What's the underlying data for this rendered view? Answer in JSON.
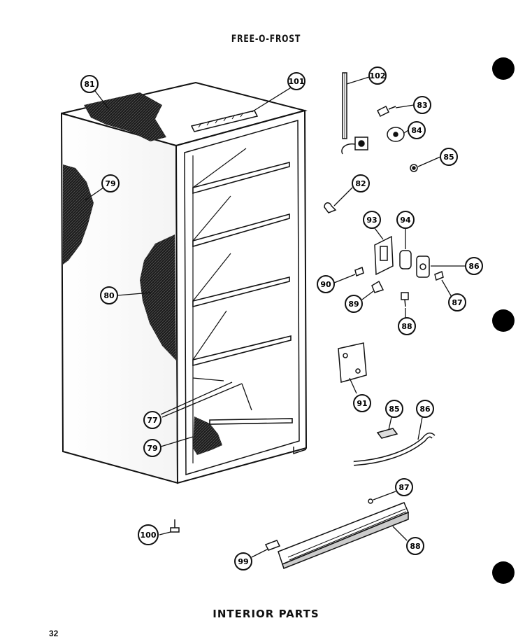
{
  "header": {
    "title": "FREE-O-FROST"
  },
  "footer": {
    "caption": "INTERIOR PARTS",
    "page_number": "32"
  },
  "callouts": [
    {
      "id": "c81",
      "label": "81"
    },
    {
      "id": "c101",
      "label": "101"
    },
    {
      "id": "c102",
      "label": "102"
    },
    {
      "id": "c83",
      "label": "83"
    },
    {
      "id": "c84a",
      "label": "84"
    },
    {
      "id": "c85a",
      "label": "85"
    },
    {
      "id": "c79a",
      "label": "79"
    },
    {
      "id": "c82",
      "label": "82"
    },
    {
      "id": "c93",
      "label": "93"
    },
    {
      "id": "c94",
      "label": "94"
    },
    {
      "id": "c86a",
      "label": "86"
    },
    {
      "id": "c80",
      "label": "80"
    },
    {
      "id": "c90",
      "label": "90"
    },
    {
      "id": "c89",
      "label": "89"
    },
    {
      "id": "c87a",
      "label": "87"
    },
    {
      "id": "c88a",
      "label": "88"
    },
    {
      "id": "c91",
      "label": "91"
    },
    {
      "id": "c77",
      "label": "77"
    },
    {
      "id": "c85b",
      "label": "85"
    },
    {
      "id": "c86b",
      "label": "86"
    },
    {
      "id": "c79b",
      "label": "79"
    },
    {
      "id": "c87b",
      "label": "87"
    },
    {
      "id": "c100",
      "label": "100"
    },
    {
      "id": "c88b",
      "label": "88"
    },
    {
      "id": "c99",
      "label": "99"
    }
  ],
  "colors": {
    "ink": "#111111",
    "insulation": "#2a2a2a",
    "paper": "#ffffff"
  }
}
